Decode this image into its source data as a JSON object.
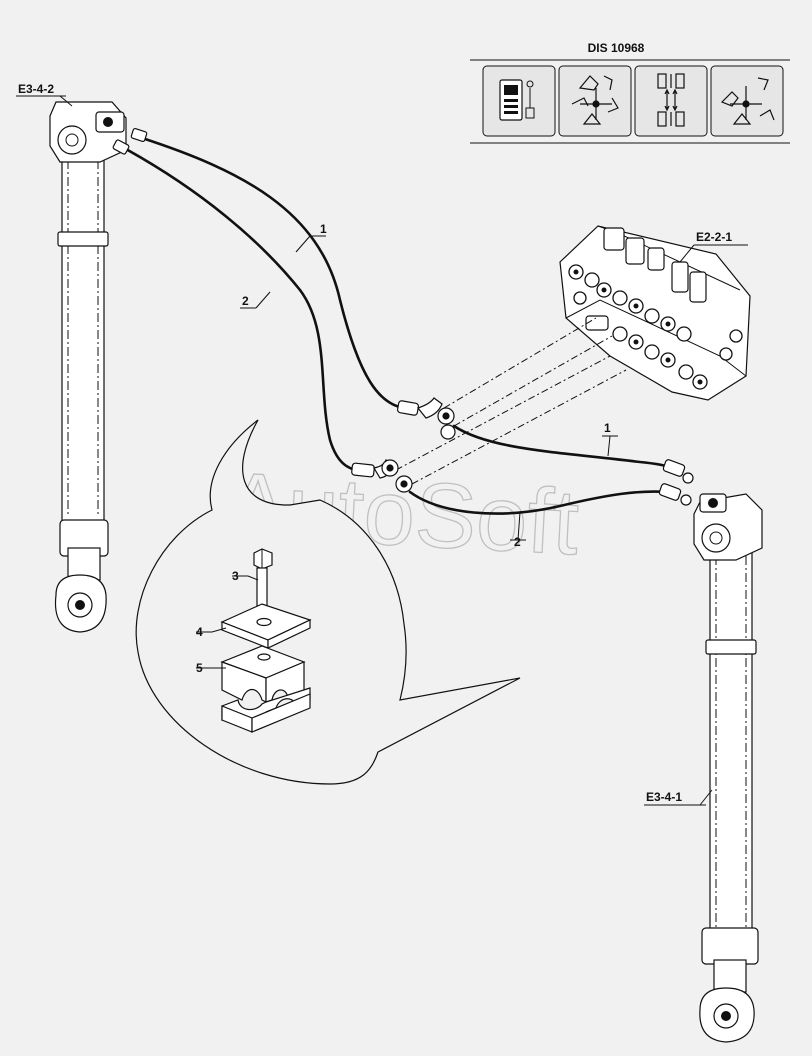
{
  "header": {
    "code": "DIS 10968"
  },
  "icons": [
    "document-hand-icon",
    "excavator-motion-icon",
    "cylinder-arrows-icon",
    "excavator-rotate-icon"
  ],
  "references": {
    "left_cylinder": "E3-4-2",
    "right_cylinder": "E3-4-1",
    "valve_block": "E2-2-1"
  },
  "callouts": {
    "hose1_upper": "1",
    "hose2_upper": "2",
    "hose1_lower": "1",
    "hose2_lower": "2",
    "bolt": "3",
    "plate": "4",
    "clamp": "5"
  },
  "watermark": "AutoSoft"
}
